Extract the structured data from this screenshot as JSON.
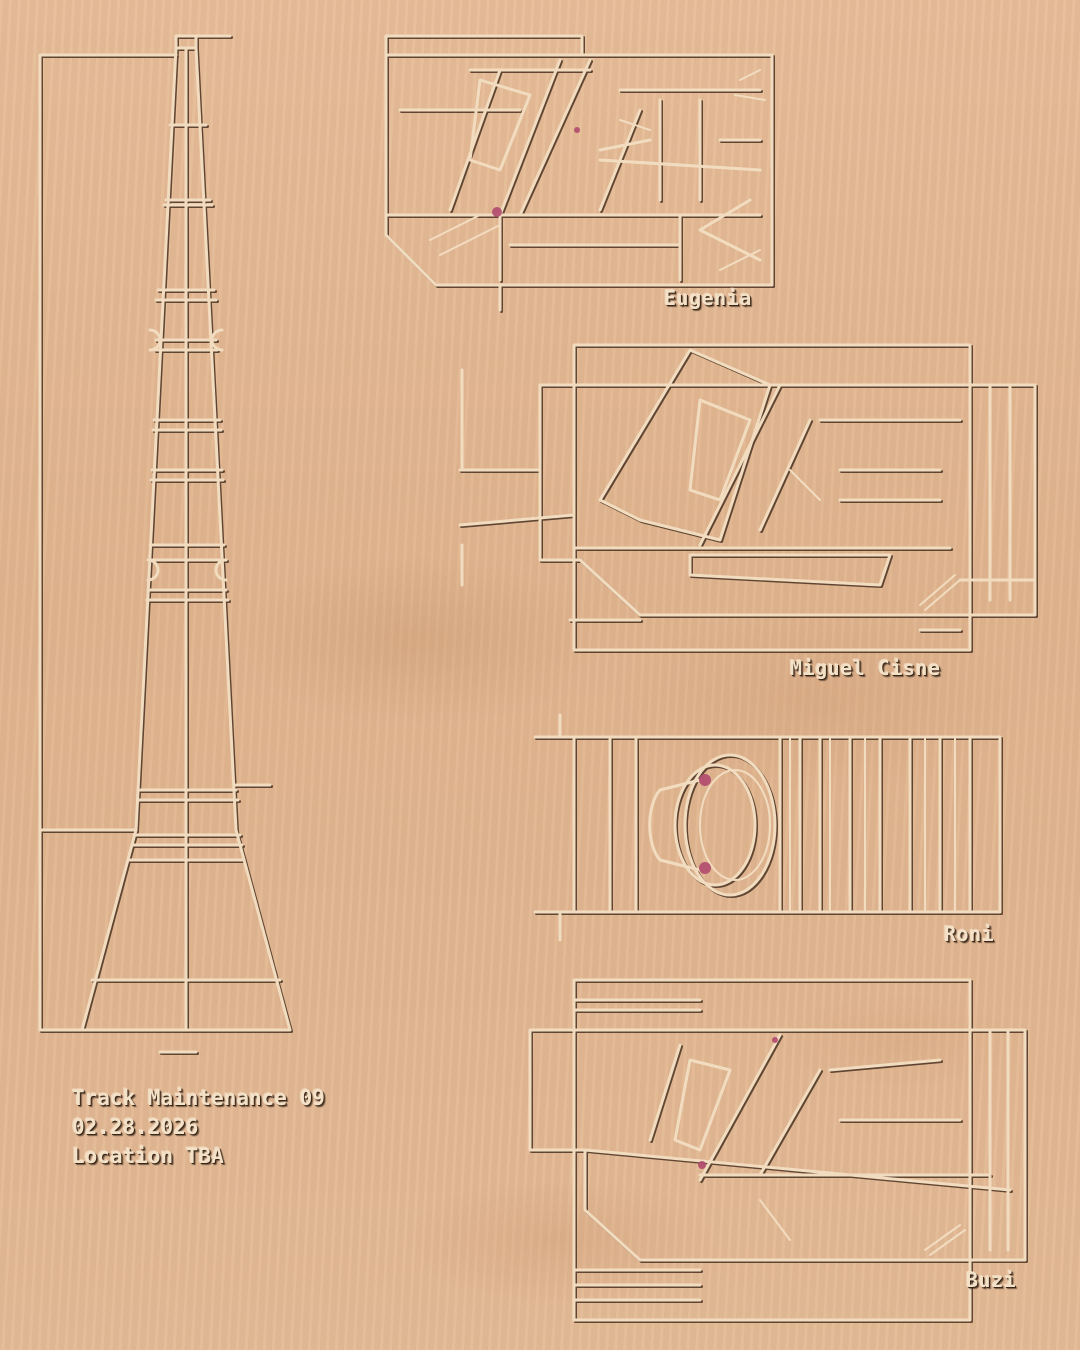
{
  "event": {
    "title": "Track Maintenance 09",
    "date": "02.28.2026",
    "location": "Location TBA"
  },
  "drawings": [
    {
      "id": "tower",
      "label": ""
    },
    {
      "id": "eugenia",
      "label": "Eugenia"
    },
    {
      "id": "miguel",
      "label": "Miguel Cisne"
    },
    {
      "id": "roni",
      "label": "Roni"
    },
    {
      "id": "buzi",
      "label": "Buzi"
    }
  ],
  "colors": {
    "wood": "#e2b894",
    "engraving": "#f2dcc0",
    "shadow": "#4a3322",
    "accent": "#b04a6e"
  }
}
